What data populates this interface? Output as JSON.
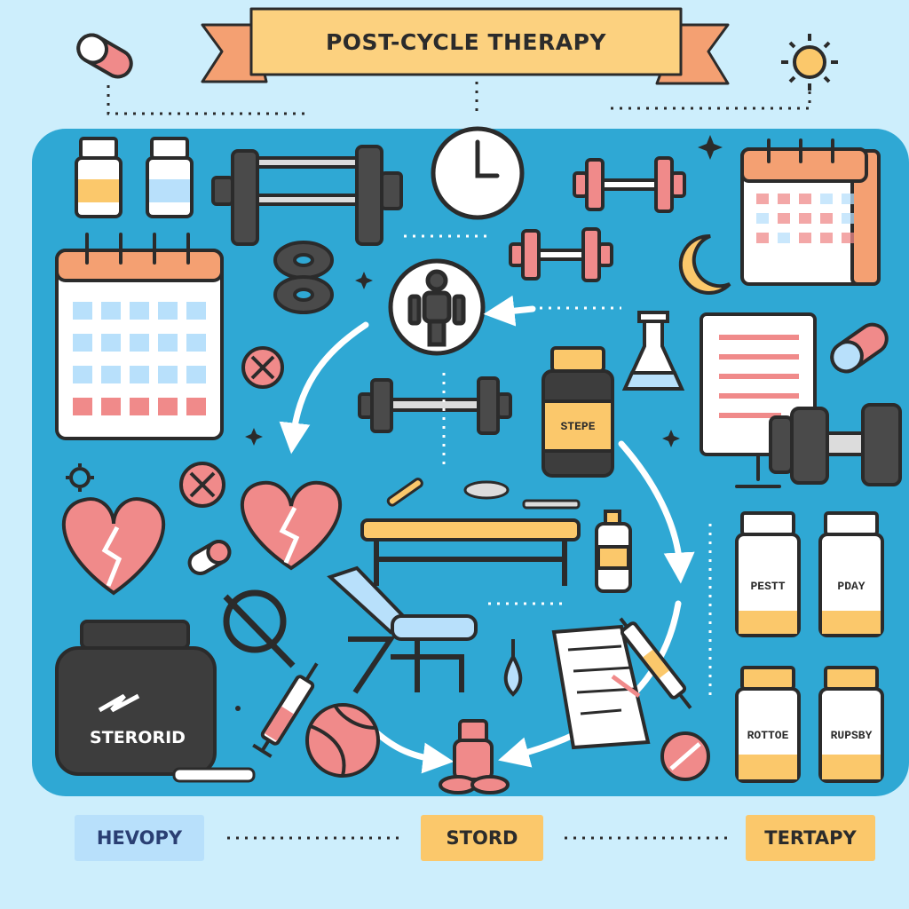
{
  "title": "POST-CYCLE THERAPY",
  "bottle_label": "STEPE",
  "jar_label": "STERORID",
  "vial_labels": [
    "PESTT",
    "PDAY",
    "ROTTOE",
    "RUPSBY"
  ],
  "footer_tags": [
    "HEVOPY",
    "STORD",
    "TERTAPY"
  ],
  "colors": {
    "background": "#cdeefc",
    "panel": "#2fa8d4",
    "banner": "#fcd17f",
    "ribbon": "#f4a072",
    "accent_red": "#f08a8a",
    "accent_yellow": "#fbc86b",
    "outline": "#2b2b2b"
  },
  "icons": [
    "capsule-icon",
    "sun-icon",
    "vial-icon",
    "barbell-icon",
    "clock-icon",
    "dumbbell-icon",
    "calendar-icon",
    "moon-icon",
    "weight-plates-icon",
    "person-icon",
    "flask-icon",
    "document-icon",
    "cross-icon",
    "heart-broken-icon",
    "pill-icon",
    "bench-icon",
    "bottle-icon",
    "jar-icon",
    "syringe-icon",
    "ball-icon",
    "water-drop-icon",
    "arrow-icon"
  ]
}
